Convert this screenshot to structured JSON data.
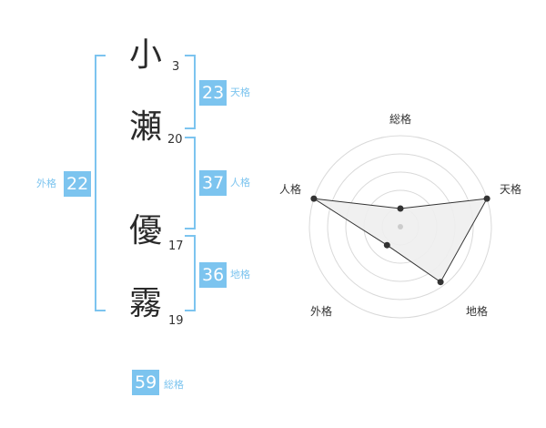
{
  "name": [
    {
      "char": "小",
      "strokes": "3"
    },
    {
      "char": "瀬",
      "strokes": "20"
    },
    {
      "char": "優",
      "strokes": "17"
    },
    {
      "char": "霧",
      "strokes": "19"
    }
  ],
  "kakusu": {
    "tenkaku": {
      "value": "23",
      "label": "天格"
    },
    "jinkaku": {
      "value": "37",
      "label": "人格"
    },
    "chikaku": {
      "value": "36",
      "label": "地格"
    },
    "gaikaku": {
      "value": "22",
      "label": "外格"
    },
    "soukaku": {
      "value": "59",
      "label": "総格"
    }
  },
  "colors": {
    "accent": "#7cc4ef",
    "text": "#2b2b2b",
    "radar_fill": "#eeeeee",
    "radar_ring": "#d9d9d9"
  },
  "chart_data": {
    "type": "radar",
    "axes": [
      "総格",
      "天格",
      "地格",
      "外格",
      "人格"
    ],
    "values": [
      0.2,
      1.0,
      0.75,
      0.25,
      1.0
    ],
    "range": [
      0,
      1
    ],
    "rings": 5
  }
}
